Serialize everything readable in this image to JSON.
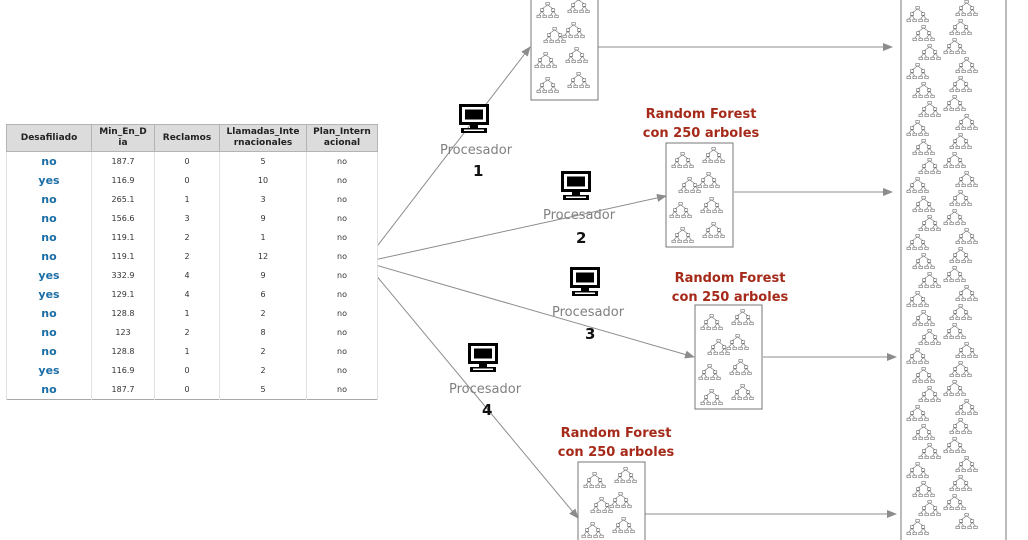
{
  "table": {
    "headers": [
      "Desafiliado",
      "Min_En_D\nia",
      "Reclamos",
      "Llamadas_Inte\nrnacionales",
      "Plan_Intern\nacional"
    ],
    "rows": [
      [
        "no",
        "187.7",
        "0",
        "5",
        "no"
      ],
      [
        "yes",
        "116.9",
        "0",
        "10",
        "no"
      ],
      [
        "no",
        "265.1",
        "1",
        "3",
        "no"
      ],
      [
        "no",
        "156.6",
        "3",
        "9",
        "no"
      ],
      [
        "no",
        "119.1",
        "2",
        "1",
        "no"
      ],
      [
        "no",
        "119.1",
        "2",
        "12",
        "no"
      ],
      [
        "yes",
        "332.9",
        "4",
        "9",
        "no"
      ],
      [
        "yes",
        "129.1",
        "4",
        "6",
        "no"
      ],
      [
        "no",
        "128.8",
        "1",
        "2",
        "no"
      ],
      [
        "no",
        "123",
        "2",
        "8",
        "no"
      ],
      [
        "no",
        "128.8",
        "1",
        "2",
        "no"
      ],
      [
        "yes",
        "116.9",
        "0",
        "2",
        "no"
      ],
      [
        "no",
        "187.7",
        "0",
        "5",
        "no"
      ]
    ]
  },
  "processors": [
    {
      "label": "Procesador",
      "number": "1"
    },
    {
      "label": "Procesador",
      "number": "2"
    },
    {
      "label": "Procesador",
      "number": "3"
    },
    {
      "label": "Procesador",
      "number": "4"
    }
  ],
  "forests": [
    {
      "line1": "",
      "line2": ""
    },
    {
      "line1": "Random Forest",
      "line2": "con 250 arboles"
    },
    {
      "line1": "Random Forest",
      "line2": "con 250 arboles"
    },
    {
      "line1": "Random Forest",
      "line2": "con 250 arboles"
    }
  ],
  "colors": {
    "forest_label": "#a52a1a",
    "target_value": "#1a6da6",
    "processor_label": "#808080",
    "line": "#8c8c8c"
  },
  "icons": {
    "processor": "computer-monitor-icon",
    "tree": "decision-tree-icon"
  }
}
